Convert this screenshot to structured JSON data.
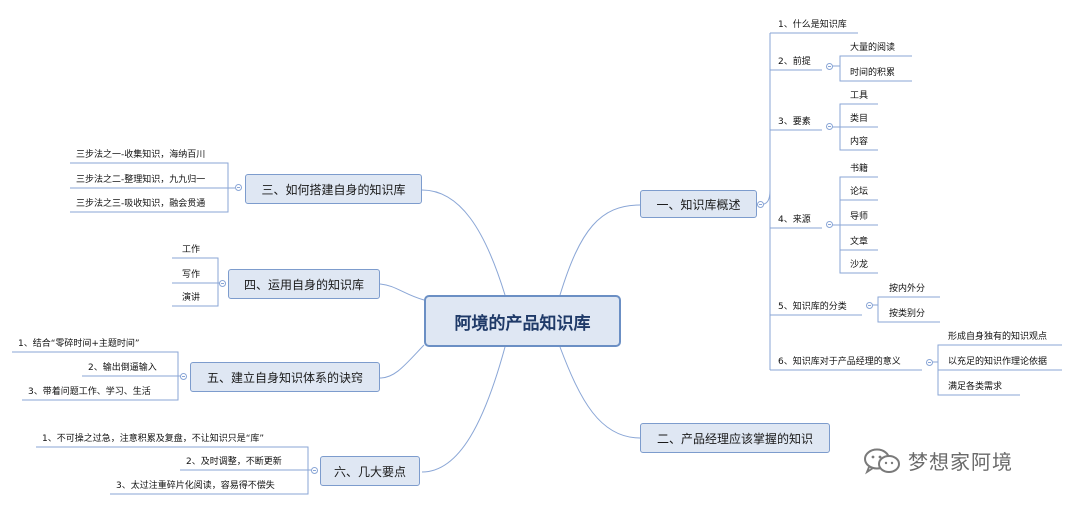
{
  "central": "阿境的产品知识库",
  "branches": {
    "b1": {
      "label": "一、知识库概述",
      "children": [
        {
          "label": "1、什么是知识库",
          "children": []
        },
        {
          "label": "2、前提",
          "children": [
            "大量的阅读",
            "时间的积累"
          ]
        },
        {
          "label": "3、要素",
          "children": [
            "工具",
            "类目",
            "内容"
          ]
        },
        {
          "label": "4、来源",
          "children": [
            "书籍",
            "论坛",
            "导师",
            "文章",
            "沙龙"
          ]
        },
        {
          "label": "5、知识库的分类",
          "children": [
            "按内外分",
            "按类别分"
          ]
        },
        {
          "label": "6、知识库对于产品经理的意义",
          "children": [
            "形成自身独有的知识观点",
            "以充足的知识作理论依据",
            "满足各类需求"
          ]
        }
      ]
    },
    "b2": {
      "label": "二、产品经理应该掌握的知识"
    },
    "b3": {
      "label": "三、如何搭建自身的知识库",
      "children": [
        "三步法之一-收集知识，海纳百川",
        "三步法之二-整理知识，九九归一",
        "三步法之三-吸收知识，融会贯通"
      ]
    },
    "b4": {
      "label": "四、运用自身的知识库",
      "children": [
        "工作",
        "写作",
        "演讲"
      ]
    },
    "b5": {
      "label": "五、建立自身知识体系的诀窍",
      "children": [
        "1、结合“零碎时间+主题时间”",
        "2、输出倒逼输入",
        "3、带着问题工作、学习、生活"
      ]
    },
    "b6": {
      "label": "六、几大要点",
      "children": [
        "1、不可操之过急，注意积累及复盘，不让知识只是“库”",
        "2、及时调整，不断更新",
        "3、太过注重碎片化阅读，容易得不偿失"
      ]
    }
  },
  "watermark": {
    "text": "梦想家阿境",
    "icon": "wechat-icon"
  },
  "colors": {
    "line": "#8aa6d6",
    "node_fill": "#dfe7f3",
    "node_border": "#7d9ccd",
    "central_border": "#6b8fc4",
    "watermark": "#6a6a6a"
  }
}
